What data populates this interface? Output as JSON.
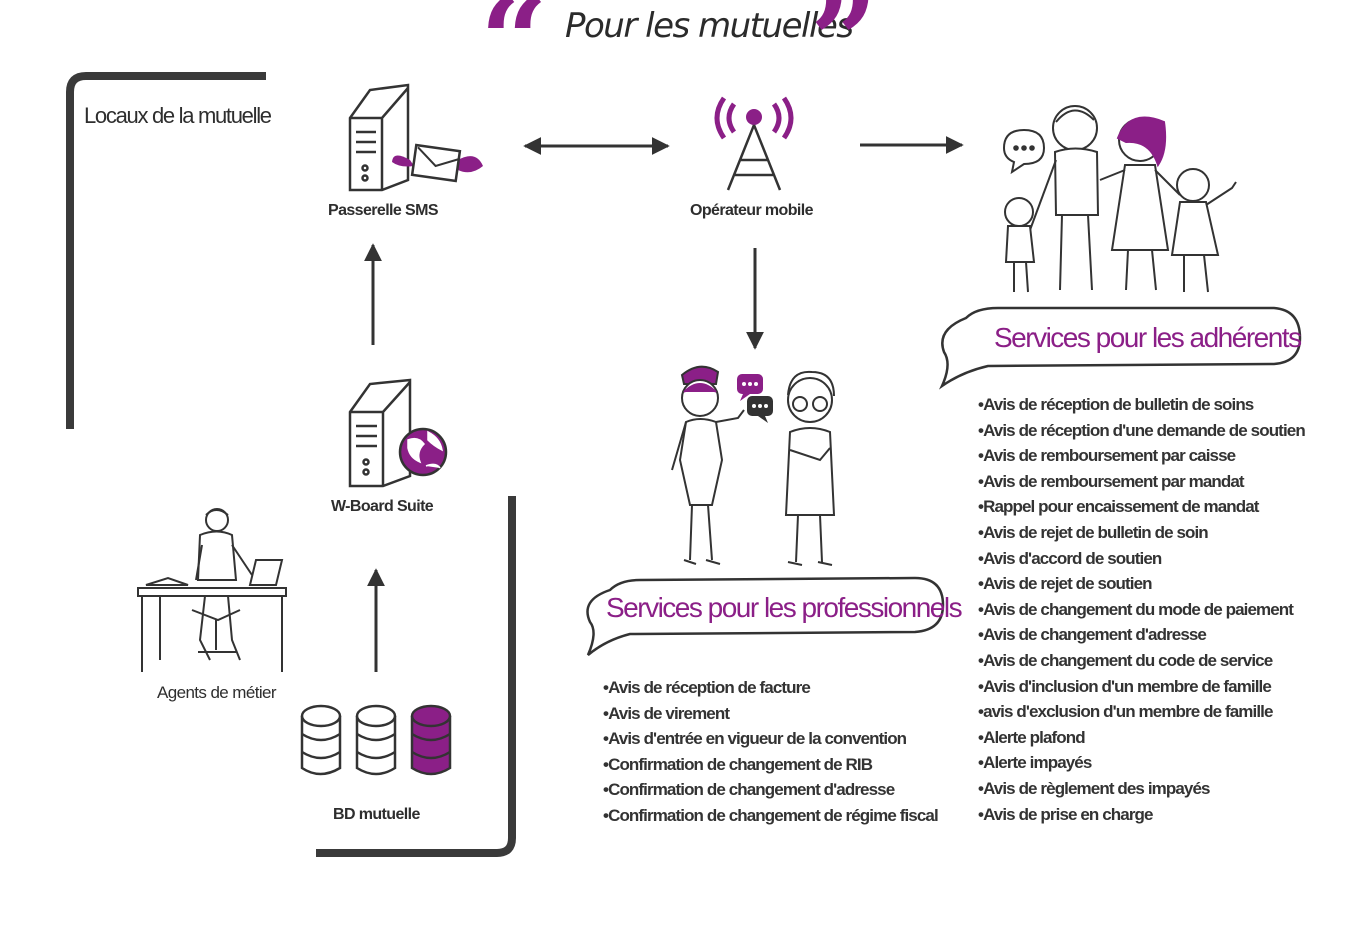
{
  "title": "Pour les mutuelles",
  "colors": {
    "accent": "#8b1f87",
    "ink": "#333333"
  },
  "labels": {
    "locaux": "Locaux de la mutuelle",
    "passerelle": "Passerelle SMS",
    "operateur": "Opérateur mobile",
    "wboard": "W-Board Suite",
    "agents": "Agents de métier",
    "bd": "BD mutuelle"
  },
  "professionnels": {
    "title": "Services pour les professionnels",
    "items": [
      "Avis de réception de facture",
      "Avis de virement",
      "Avis d'entrée en vigueur de la convention",
      "Confirmation de changement de RIB",
      "Confirmation de changement d'adresse",
      "Confirmation de changement de régime fiscal"
    ]
  },
  "adherents": {
    "title": "Services pour les adhérents",
    "items": [
      "Avis de réception de bulletin de soins",
      "Avis de réception d'une demande de soutien",
      "Avis de remboursement par caisse",
      "Avis de remboursement par mandat",
      "Rappel pour encaissement de mandat",
      "Avis de rejet de bulletin de soin",
      "Avis d'accord de soutien",
      "Avis de rejet de soutien",
      "Avis de changement du mode de paiement",
      "Avis de changement d'adresse",
      "Avis de changement du code de service",
      "Avis d'inclusion d'un membre de famille",
      "avis d'exclusion d'un membre de famille",
      "Alerte plafond",
      "Alerte impayés",
      "Avis de règlement des impayés",
      "Avis de prise en charge"
    ]
  },
  "icons": {
    "server": "server-icon",
    "envelope": "winged-envelope-icon",
    "antenna": "antenna-icon",
    "globe": "globe-icon",
    "database": "database-icon",
    "family": "family-icon",
    "nurse": "nurse-icon",
    "doctor": "doctor-icon",
    "agent": "agent-at-desk-icon"
  }
}
